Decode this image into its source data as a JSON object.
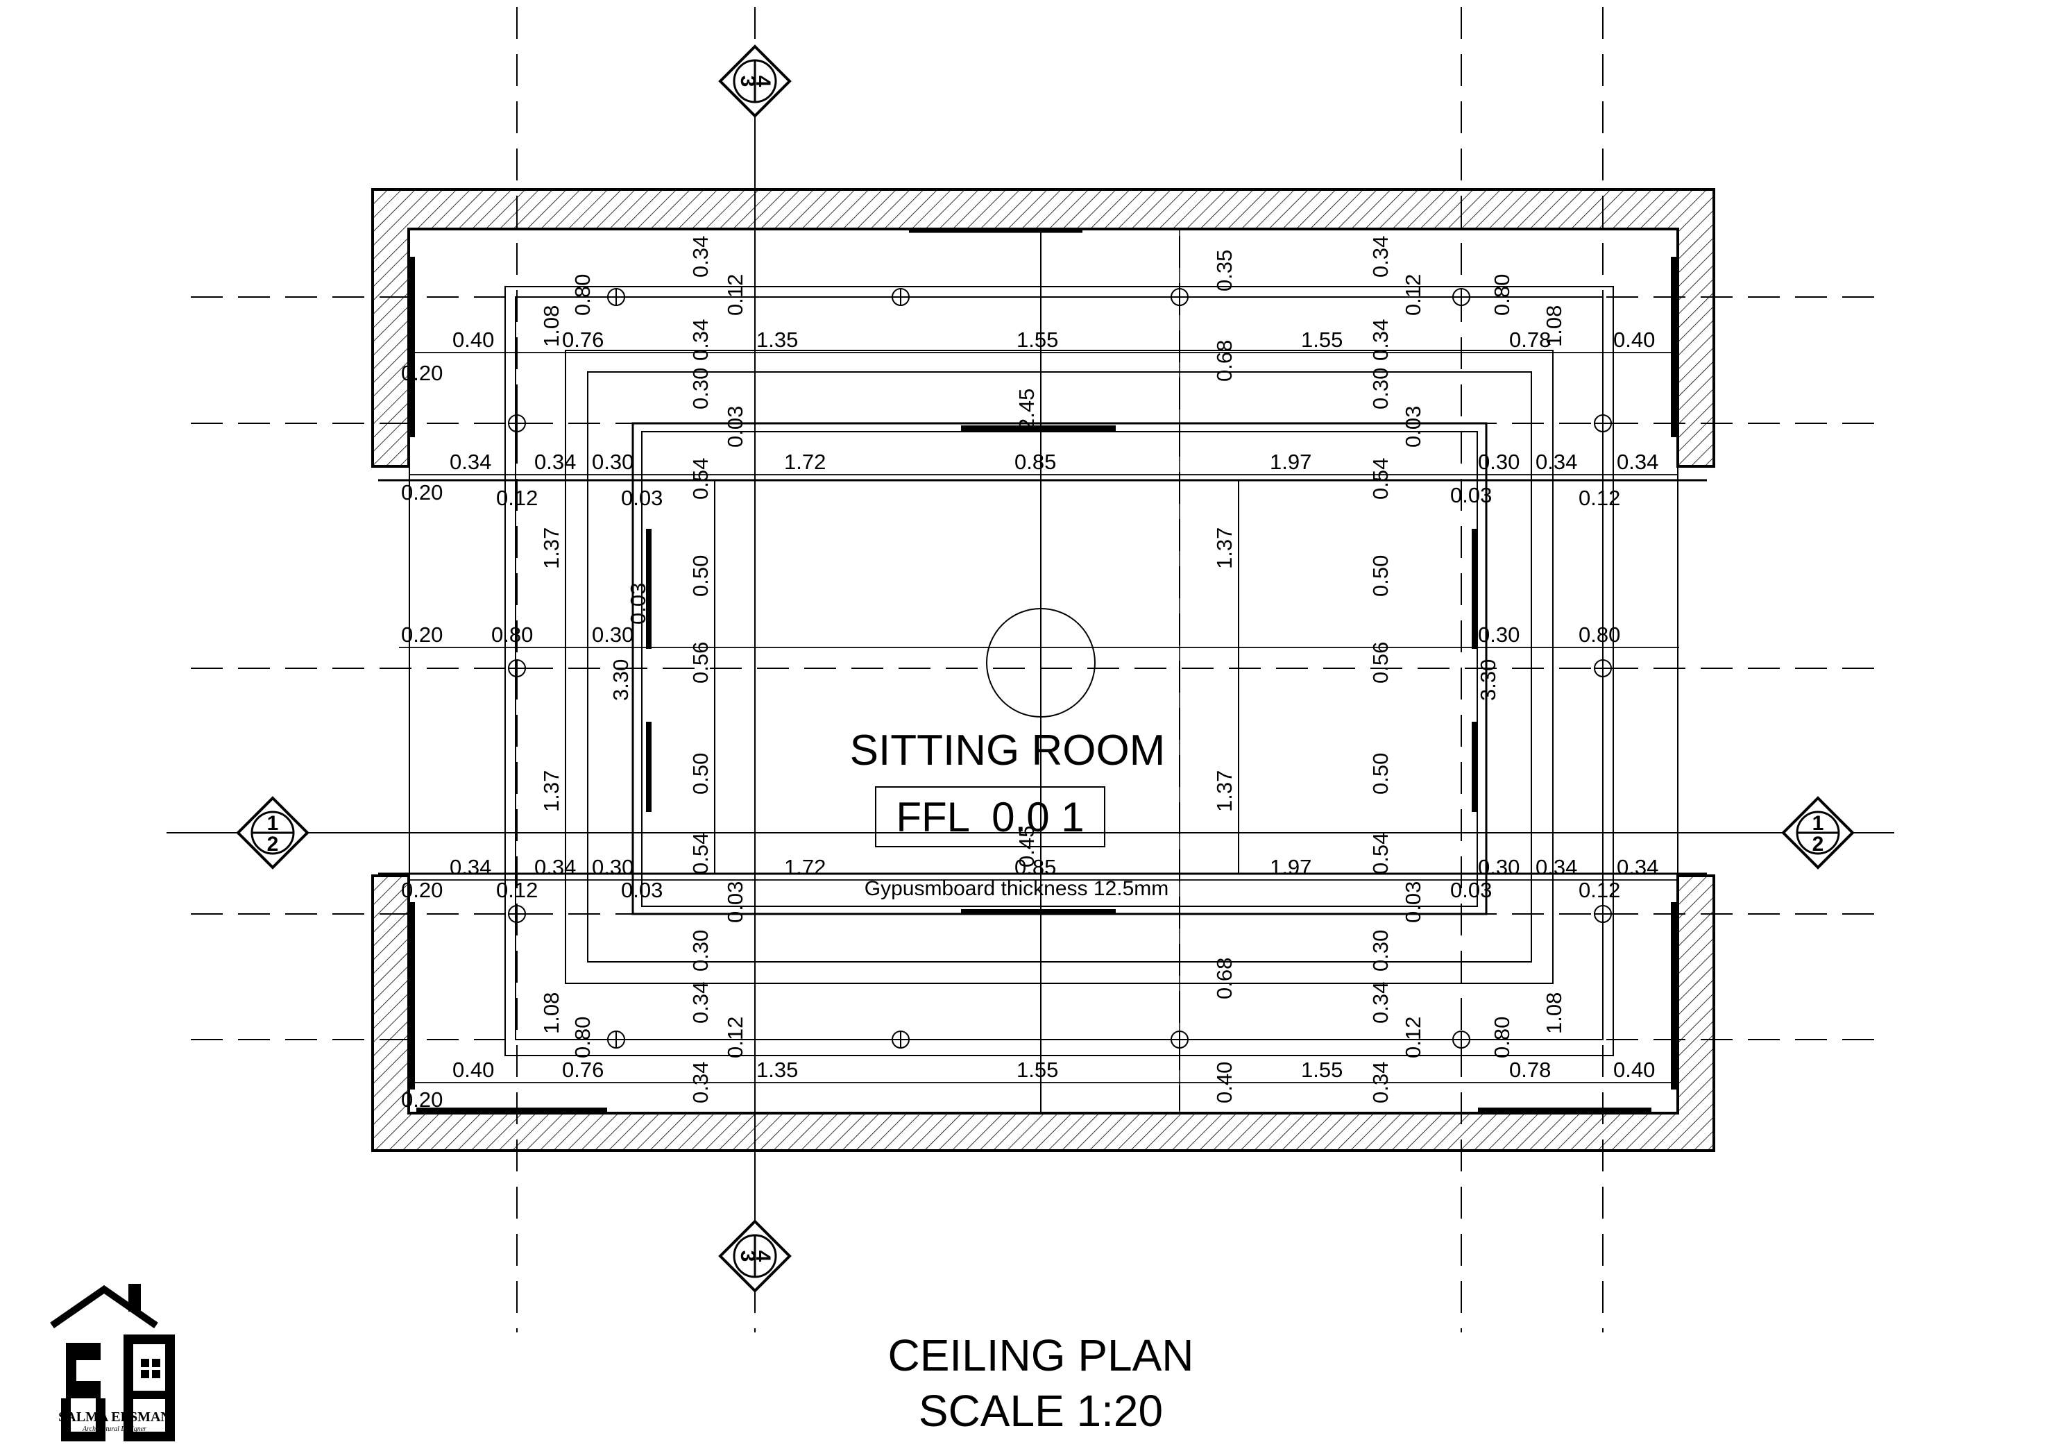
{
  "room": {
    "name": "SITTING ROOM",
    "level": "FFL  0.0 1",
    "note": "Gypusmboard thickness 12.5mm"
  },
  "title": {
    "line1": "CEILING PLAN",
    "line2": "SCALE 1:20"
  },
  "markers": {
    "top": {
      "upper": "3",
      "lower": "4"
    },
    "bottom": {
      "upper": "3",
      "lower": "4"
    },
    "left": {
      "upper": "1",
      "lower": "2"
    },
    "right": {
      "upper": "1",
      "lower": "2"
    }
  },
  "brand": {
    "name": "SALMA ELSMAN",
    "subtitle": "Architectural Designer"
  },
  "dimensions": {
    "top_row": [
      "0.40",
      "0.76",
      "1.35",
      "1.55",
      "1.55",
      "0.78",
      "0.40"
    ],
    "bottom_row": [
      "0.40",
      "0.76",
      "1.35",
      "1.55",
      "1.55",
      "0.78",
      "0.40"
    ],
    "upper_inner_row": [
      "0.34",
      "0.34",
      "0.30",
      "1.72",
      "0.85",
      "1.97",
      "0.30",
      "0.34",
      "0.34"
    ],
    "lower_inner_row": [
      "0.34",
      "0.34",
      "0.30",
      "1.72",
      "0.85",
      "1.97",
      "0.30",
      "0.34",
      "0.34"
    ],
    "mid_row": [
      "0.20",
      "0.80",
      "0.30",
      "0.30",
      "0.80"
    ],
    "side_small": [
      "0.20",
      "0.12",
      "0.03",
      "0.03",
      "0.12",
      "0.20",
      "0.12",
      "0.03",
      "0.03",
      "0.12",
      "0.20",
      "0.20"
    ],
    "vertical_top": [
      "0.34",
      "0.12",
      "0.34",
      "0.30",
      "0.03",
      "0.35",
      "0.68",
      "0.34",
      "0.12",
      "0.34",
      "0.30",
      "0.03",
      "1.08",
      "0.80",
      "0.80",
      "1.08"
    ],
    "vertical_bottom": [
      "0.34",
      "0.12",
      "0.34",
      "0.30",
      "0.03",
      "0.40",
      "0.68",
      "0.34",
      "0.12",
      "0.34",
      "0.30",
      "0.03",
      "1.08",
      "0.80",
      "0.80",
      "1.08"
    ],
    "vertical_mid": [
      "0.54",
      "0.50",
      "0.56",
      "0.50",
      "0.54",
      "1.37",
      "1.37",
      "3.30",
      "0.03",
      "1.37",
      "1.37",
      "3.30",
      "2.45",
      "0.45",
      "0.54",
      "0.50",
      "0.56",
      "0.50",
      "0.54"
    ]
  }
}
